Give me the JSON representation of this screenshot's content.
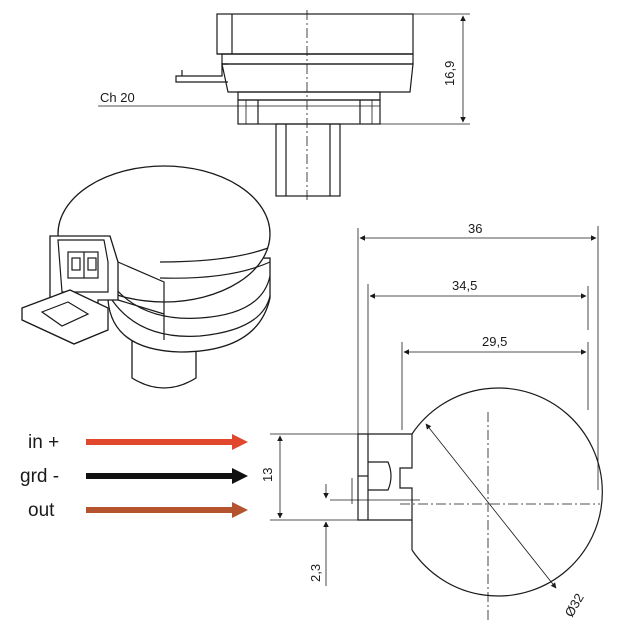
{
  "dimensions": {
    "height_top": "16,9",
    "chamfer": "Ch 20",
    "width_36": "36",
    "width_34_5": "34,5",
    "width_29_5": "29,5",
    "height_13": "13",
    "offset_2_3": "2,3",
    "diameter_32": "Ø32"
  },
  "wires": [
    {
      "label": "in +",
      "color": "#e0472c"
    },
    {
      "label": "grd -",
      "color": "#111111"
    },
    {
      "label": "out",
      "color": "#b5532e"
    }
  ]
}
